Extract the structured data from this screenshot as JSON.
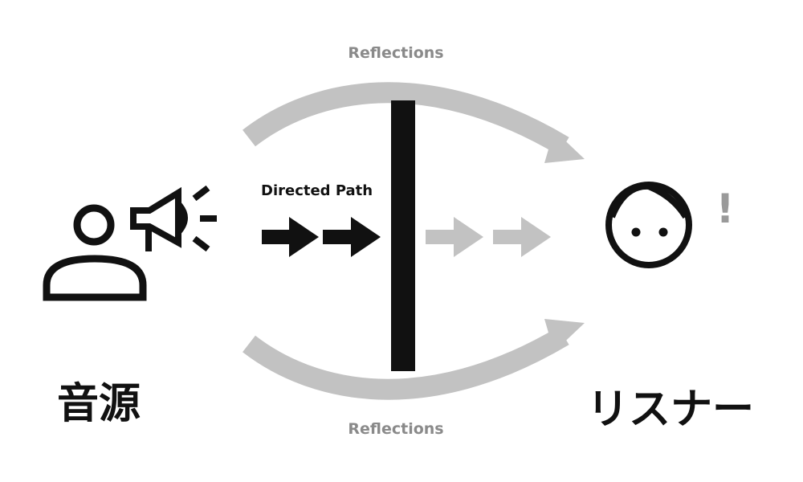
{
  "labels": {
    "reflections_top": "Reflections",
    "reflections_bottom": "Reflections",
    "directed_path": "Directed Path",
    "source": "音源",
    "listener": "リスナー",
    "exclamation": "!"
  },
  "icons": {
    "source": [
      "person-icon",
      "megaphone-icon"
    ],
    "listener": "face-icon"
  },
  "colors": {
    "black": "#111111",
    "gray": "#c2c2c2",
    "label_gray": "#8a8a8a",
    "exclamation": "#9a9a9a"
  }
}
